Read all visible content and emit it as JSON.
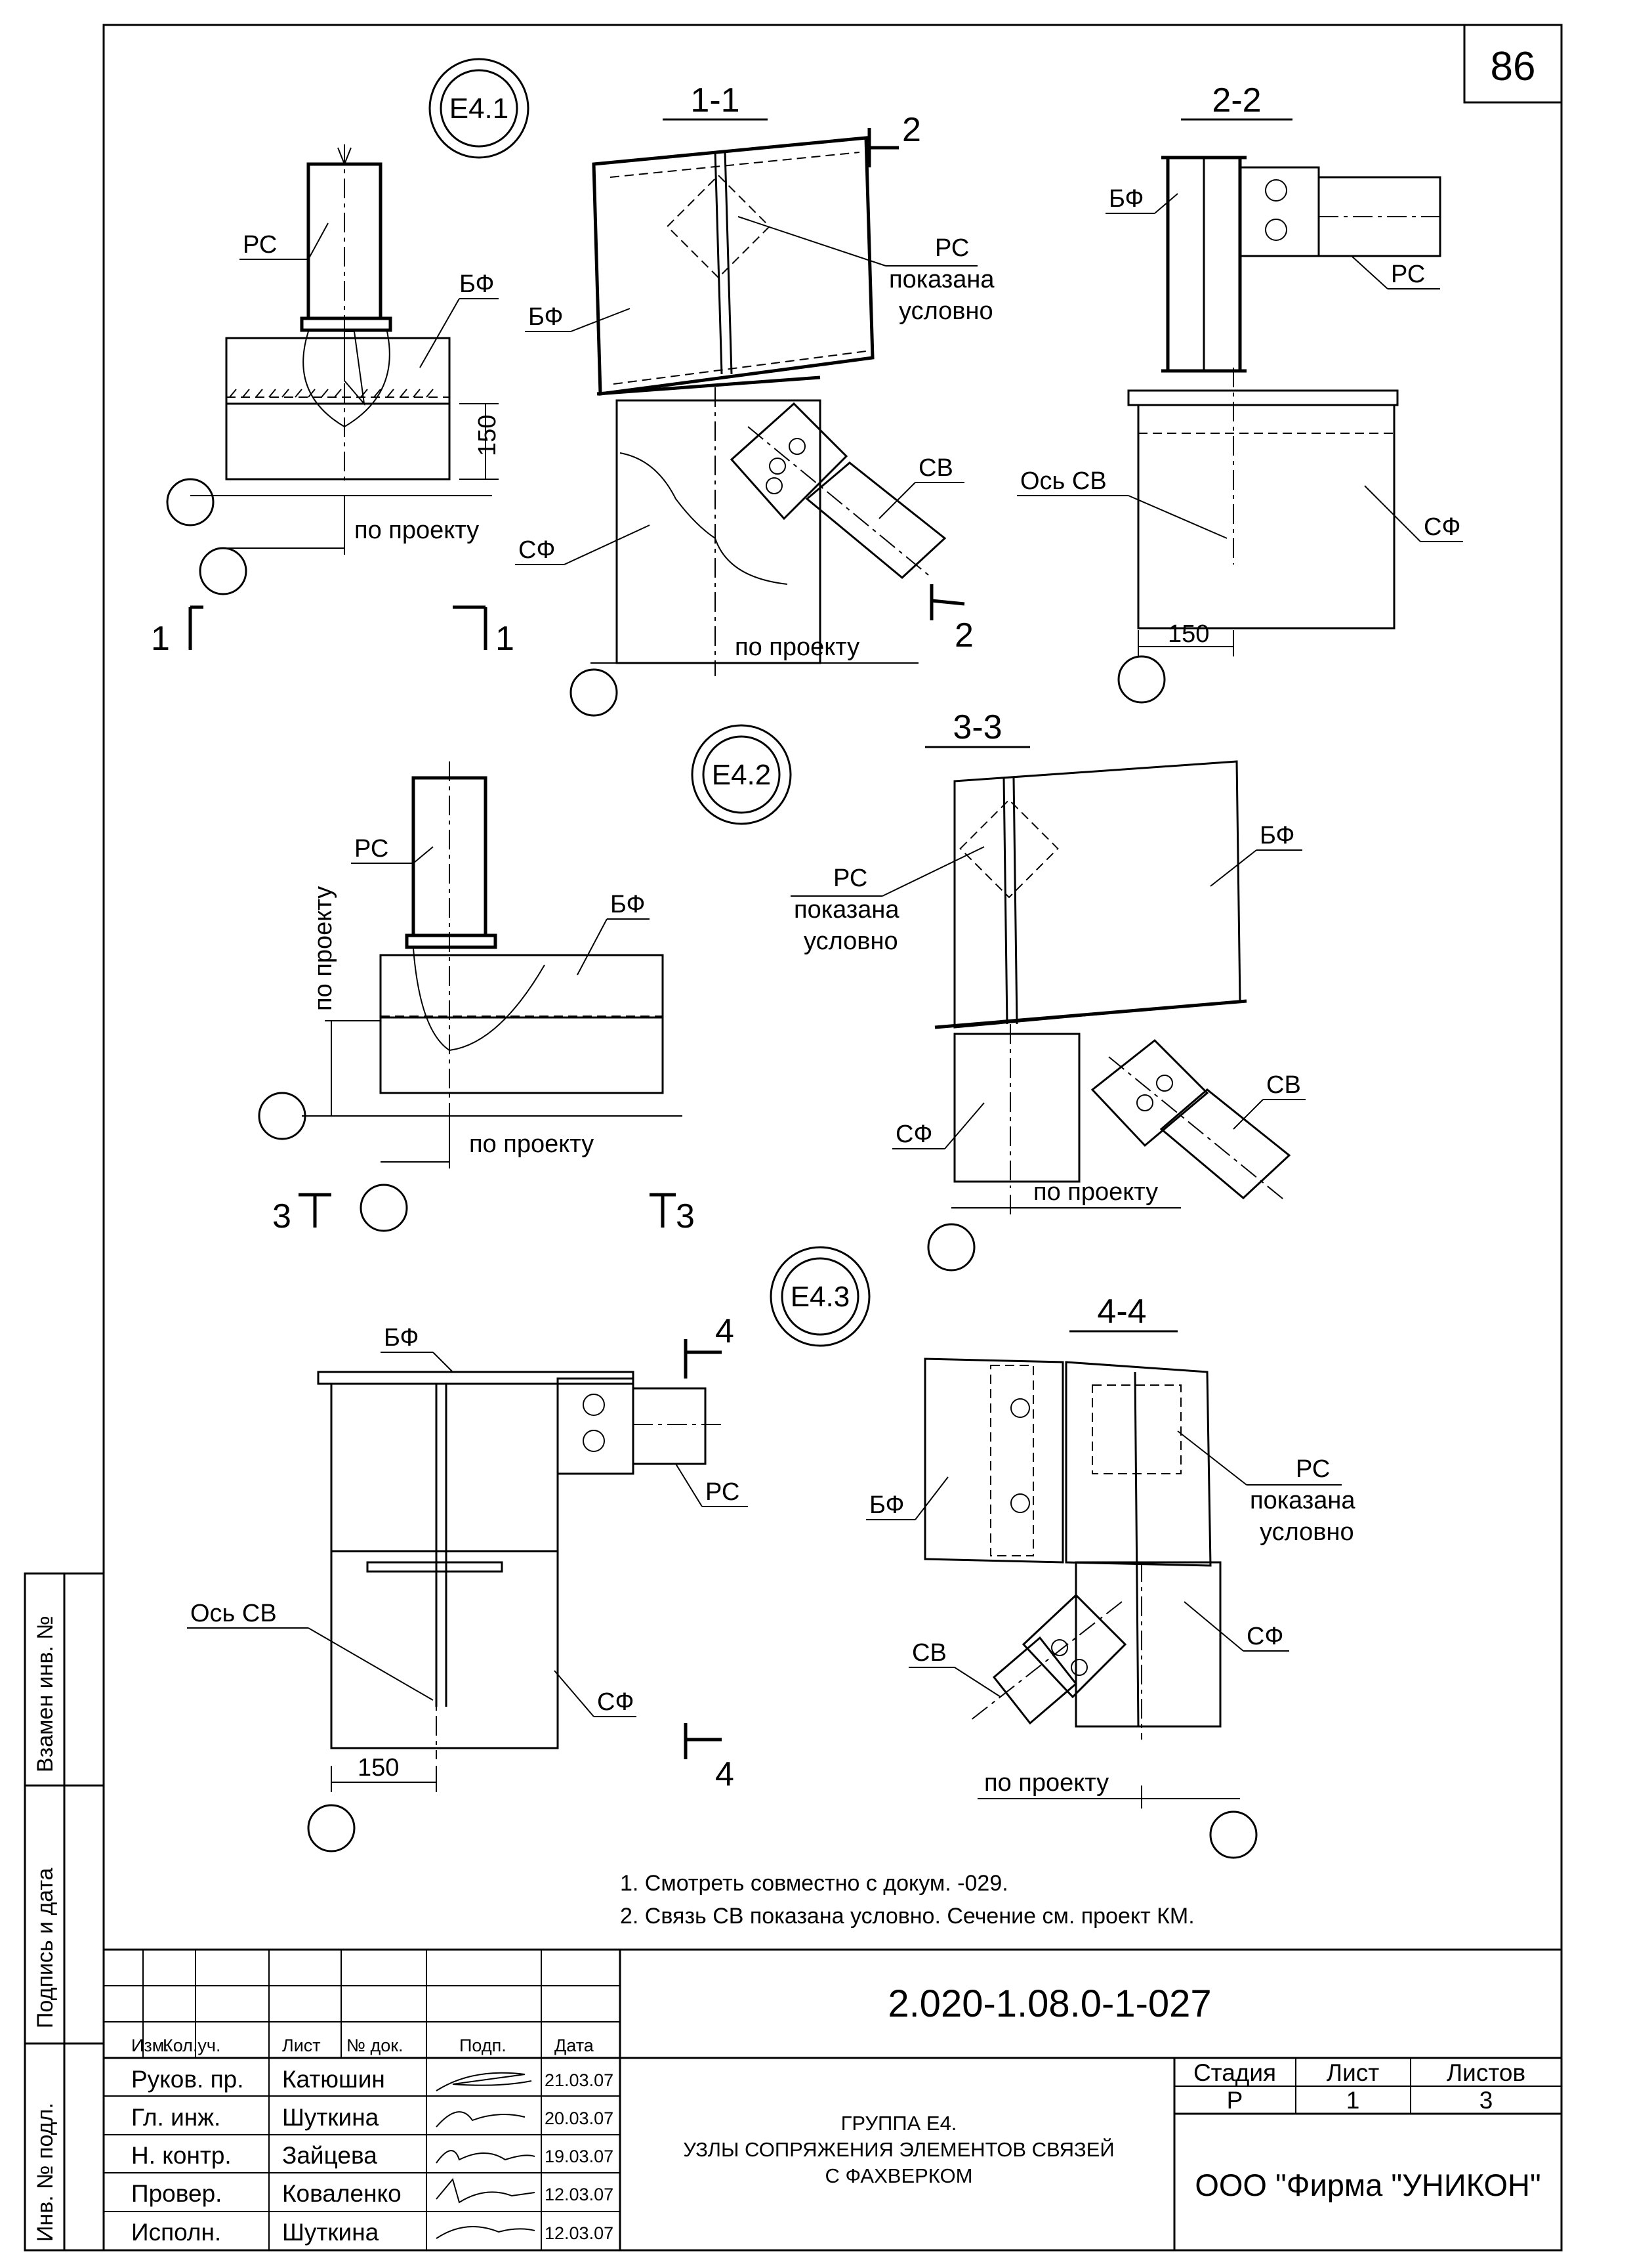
{
  "sheet": {
    "page_number": "86",
    "nodes": {
      "e41": "Е4.1",
      "e42": "Е4.2",
      "e43": "Е4.3"
    },
    "sections": {
      "s11": "1-1",
      "s22": "2-2",
      "s33": "3-3",
      "s44": "4-4",
      "mark1": "1",
      "mark2": "2",
      "mark3": "3",
      "mark4": "4"
    },
    "labels": {
      "rs": "РС",
      "bf": "БФ",
      "sf": "СФ",
      "sv": "СВ",
      "os_sv": "Ось СВ",
      "po_proektu": "по проекту",
      "dim_150": "150",
      "rs_note_1": "показана",
      "rs_note_2": "условно"
    },
    "notes": [
      "1. Смотреть совместно с докум. -029.",
      "2. Связь СВ показана условно. Сечение см. проект КМ."
    ]
  },
  "title_block": {
    "code": "2.020-1.08.0-1-027",
    "headers": [
      "Изм.",
      "Кол.уч.",
      "Лист",
      "№ док.",
      "Подп.",
      "Дата"
    ],
    "rows": [
      {
        "role": "Руков. пр.",
        "name": "Катюшин",
        "date": "21.03.07"
      },
      {
        "role": "Гл. инж.",
        "name": "Шуткина",
        "date": "20.03.07"
      },
      {
        "role": "Н. контр.",
        "name": "Зайцева",
        "date": "19.03.07"
      },
      {
        "role": "Провер.",
        "name": "Коваленко",
        "date": "12.03.07"
      },
      {
        "role": "Исполн.",
        "name": "Шуткина",
        "date": "12.03.07"
      }
    ],
    "title_line1": "ГРУППА Е4.",
    "title_line2": "УЗЛЫ СОПРЯЖЕНИЯ ЭЛЕМЕНТОВ СВЯЗЕЙ",
    "title_line3": "С ФАХВЕРКОМ",
    "stage_header": "Стадия",
    "sheet_header": "Лист",
    "sheets_header": "Листов",
    "stage": "Р",
    "sheet": "1",
    "sheets": "3",
    "firm": "ООО  \"Фирма \"УНИКОН\""
  },
  "side_stamp": {
    "inv_zamen": "Взамен инв. №",
    "podpis_data": "Подпись и дата",
    "inv_podl": "Инв. № подл."
  }
}
